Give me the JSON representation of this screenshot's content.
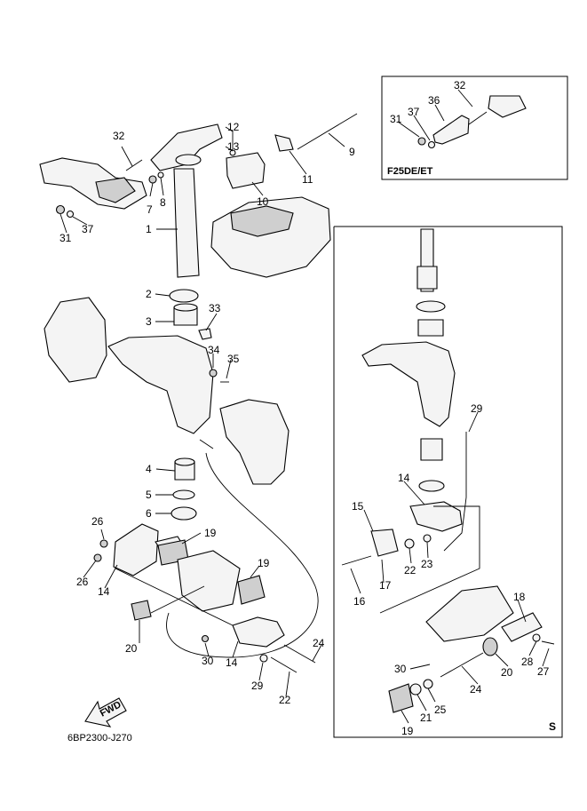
{
  "diagram": {
    "drawing_code": "6BP2300-J270",
    "fwd_label": "FWD",
    "inset_model": "F25DE/ET",
    "s_marker": "S"
  },
  "callouts": {
    "c1": "1",
    "c2": "2",
    "c3": "3",
    "c4": "4",
    "c5": "5",
    "c6": "6",
    "c7": "7",
    "c8": "8",
    "c9": "9",
    "c10": "10",
    "c11": "11",
    "c12": "12",
    "c13": "13",
    "c14a": "14",
    "c14b": "14",
    "c14c": "14",
    "c15": "15",
    "c16": "16",
    "c17": "17",
    "c18": "18",
    "c19a": "19",
    "c19b": "19",
    "c19c": "19",
    "c20a": "20",
    "c20b": "20",
    "c21": "21",
    "c22a": "22",
    "c22b": "22",
    "c23": "23",
    "c24a": "24",
    "c24b": "24",
    "c25": "25",
    "c26a": "26",
    "c26b": "26",
    "c27": "27",
    "c28": "28",
    "c29a": "29",
    "c29b": "29",
    "c30a": "30",
    "c30b": "30",
    "c31a": "31",
    "c31b": "31",
    "c32a": "32",
    "c32b": "32",
    "c33": "33",
    "c34": "34",
    "c35": "35",
    "c36": "36",
    "c37a": "37",
    "c37b": "37"
  }
}
